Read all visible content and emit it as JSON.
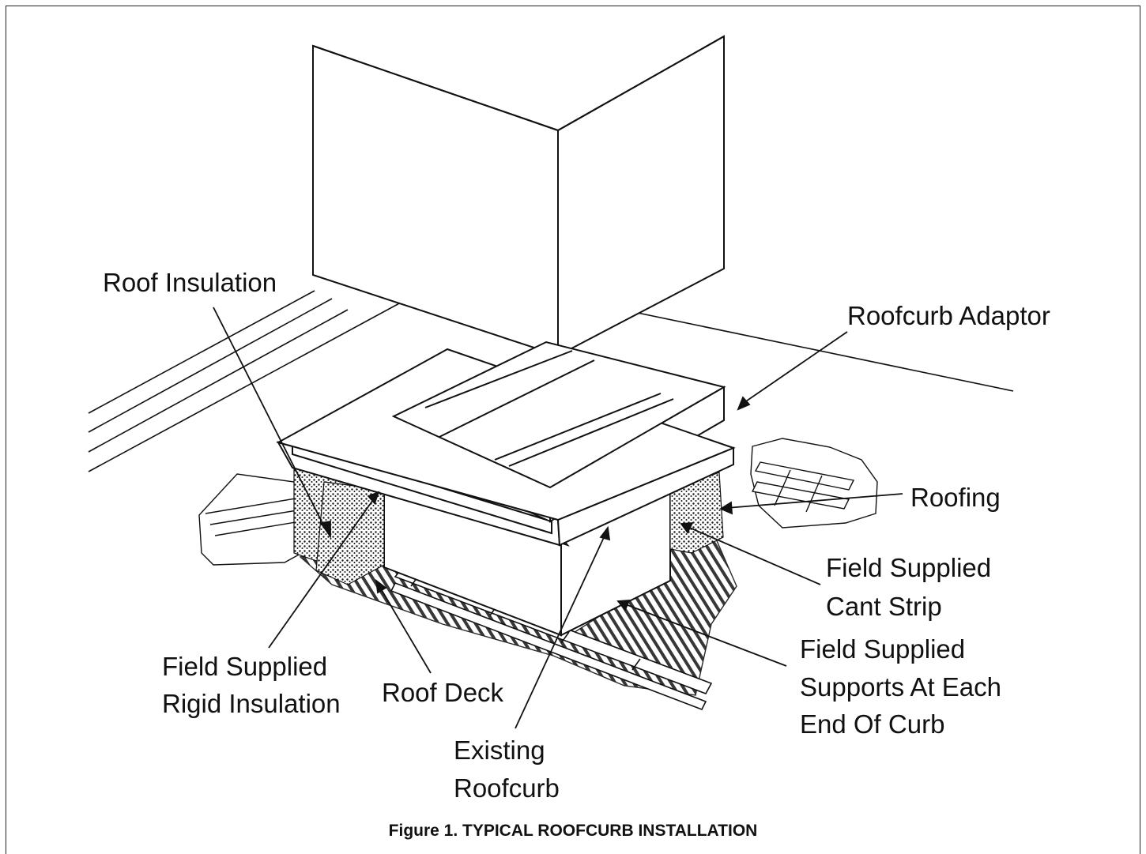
{
  "labels": {
    "roof_insulation": "Roof Insulation",
    "roofcurb_adaptor": "Roofcurb Adaptor",
    "roofing": "Roofing",
    "cant_strip_1": "Field Supplied",
    "cant_strip_2": "Cant Strip",
    "supports_1": "Field Supplied",
    "supports_2": "Supports At Each",
    "supports_3": "End Of Curb",
    "rigid_1": "Field Supplied",
    "rigid_2": "Rigid Insulation",
    "roof_deck": "Roof Deck",
    "existing_1": "Existing",
    "existing_2": "Roofcurb"
  },
  "caption": "Figure 1. TYPICAL ROOFCURB INSTALLATION",
  "colors": {
    "line": "#111111",
    "background": "#ffffff"
  }
}
